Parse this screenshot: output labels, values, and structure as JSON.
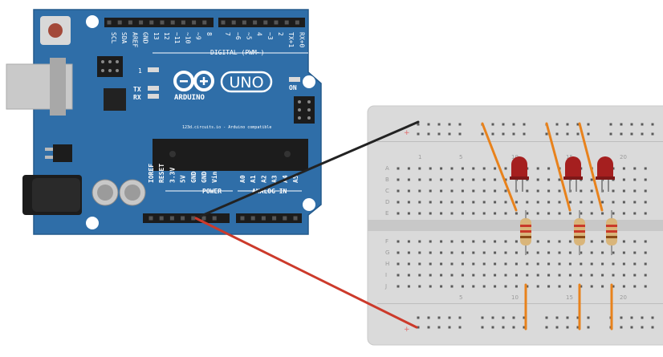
{
  "arduino": {
    "brand": "ARDUINO",
    "model": "UNO",
    "website": "123d.circuits.io - Arduino compatible",
    "digital_label": "DIGITAL (PWM~)",
    "power_label": "POWER",
    "analog_label": "ANALOG IN",
    "on_label": "ON",
    "tx_label": "TX",
    "rx_label": "RX",
    "l_label": "1",
    "top_pins": [
      "SCL",
      "SDA",
      "AREF",
      "GND",
      "13",
      "12",
      "~11",
      "~10",
      "~9",
      "8",
      "7",
      "~6",
      "~5",
      "4",
      "~3",
      "2",
      "TX+1",
      "RX+0"
    ],
    "power_pins": [
      "IOREF",
      "RESET",
      "3.3V",
      "5V",
      "GND",
      "GND",
      "Vin"
    ],
    "analog_pins": [
      "A0",
      "A1",
      "A2",
      "A3",
      "A4",
      "A5"
    ]
  },
  "breadboard": {
    "rows_top": [
      "A",
      "B",
      "C",
      "D",
      "E"
    ],
    "rows_bottom": [
      "F",
      "G",
      "H",
      "I",
      "J"
    ],
    "col_numbers_top": [
      "1",
      "5",
      "10",
      "15",
      "20"
    ],
    "col_numbers_bottom": [
      "5",
      "10",
      "15",
      "20"
    ],
    "rail_symbols": [
      "+",
      "+"
    ]
  },
  "colors": {
    "board": "#2f6ea8",
    "breadboard": "#d9d9d9",
    "wire_black": "#222222",
    "wire_red": "#cc3a2b",
    "wire_orange": "#e8821c",
    "led_red": "#a51f1f"
  }
}
